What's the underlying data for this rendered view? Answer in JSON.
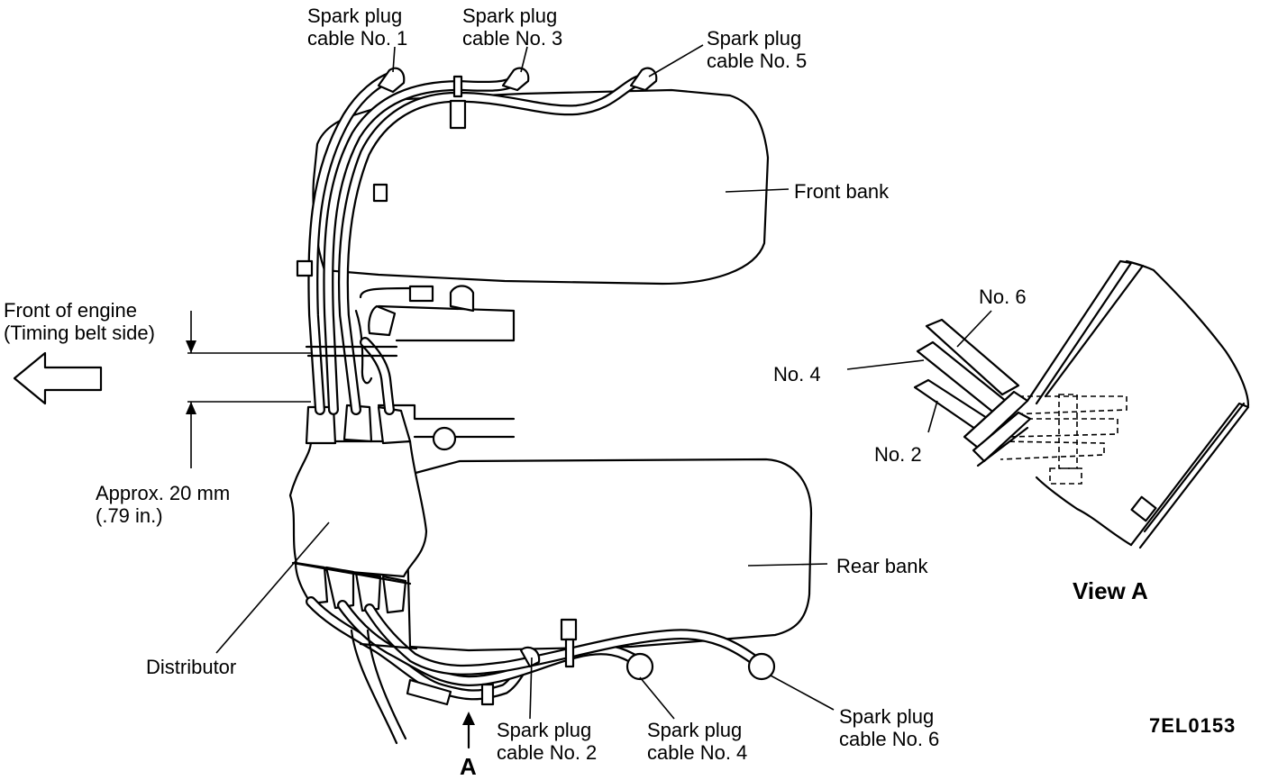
{
  "labels": {
    "cable1": [
      "Spark plug",
      "cable No. 1"
    ],
    "cable3": [
      "Spark plug",
      "cable No. 3"
    ],
    "cable5": [
      "Spark plug",
      "cable No. 5"
    ],
    "cable2": [
      "Spark plug",
      "cable No. 2"
    ],
    "cable4": [
      "Spark plug",
      "cable No. 4"
    ],
    "cable6": [
      "Spark plug",
      "cable No. 6"
    ],
    "front_bank": "Front bank",
    "rear_bank": "Rear bank",
    "front_engine": [
      "Front of engine",
      "(Timing belt side)"
    ],
    "approx": [
      "Approx. 20 mm",
      "(.79 in.)"
    ],
    "distributor": "Distributor",
    "arrow_a": "A",
    "view_a": "View A",
    "no6": "No. 6",
    "no4": "No. 4",
    "no2": "No. 2",
    "figure_code": "7EL0153"
  }
}
